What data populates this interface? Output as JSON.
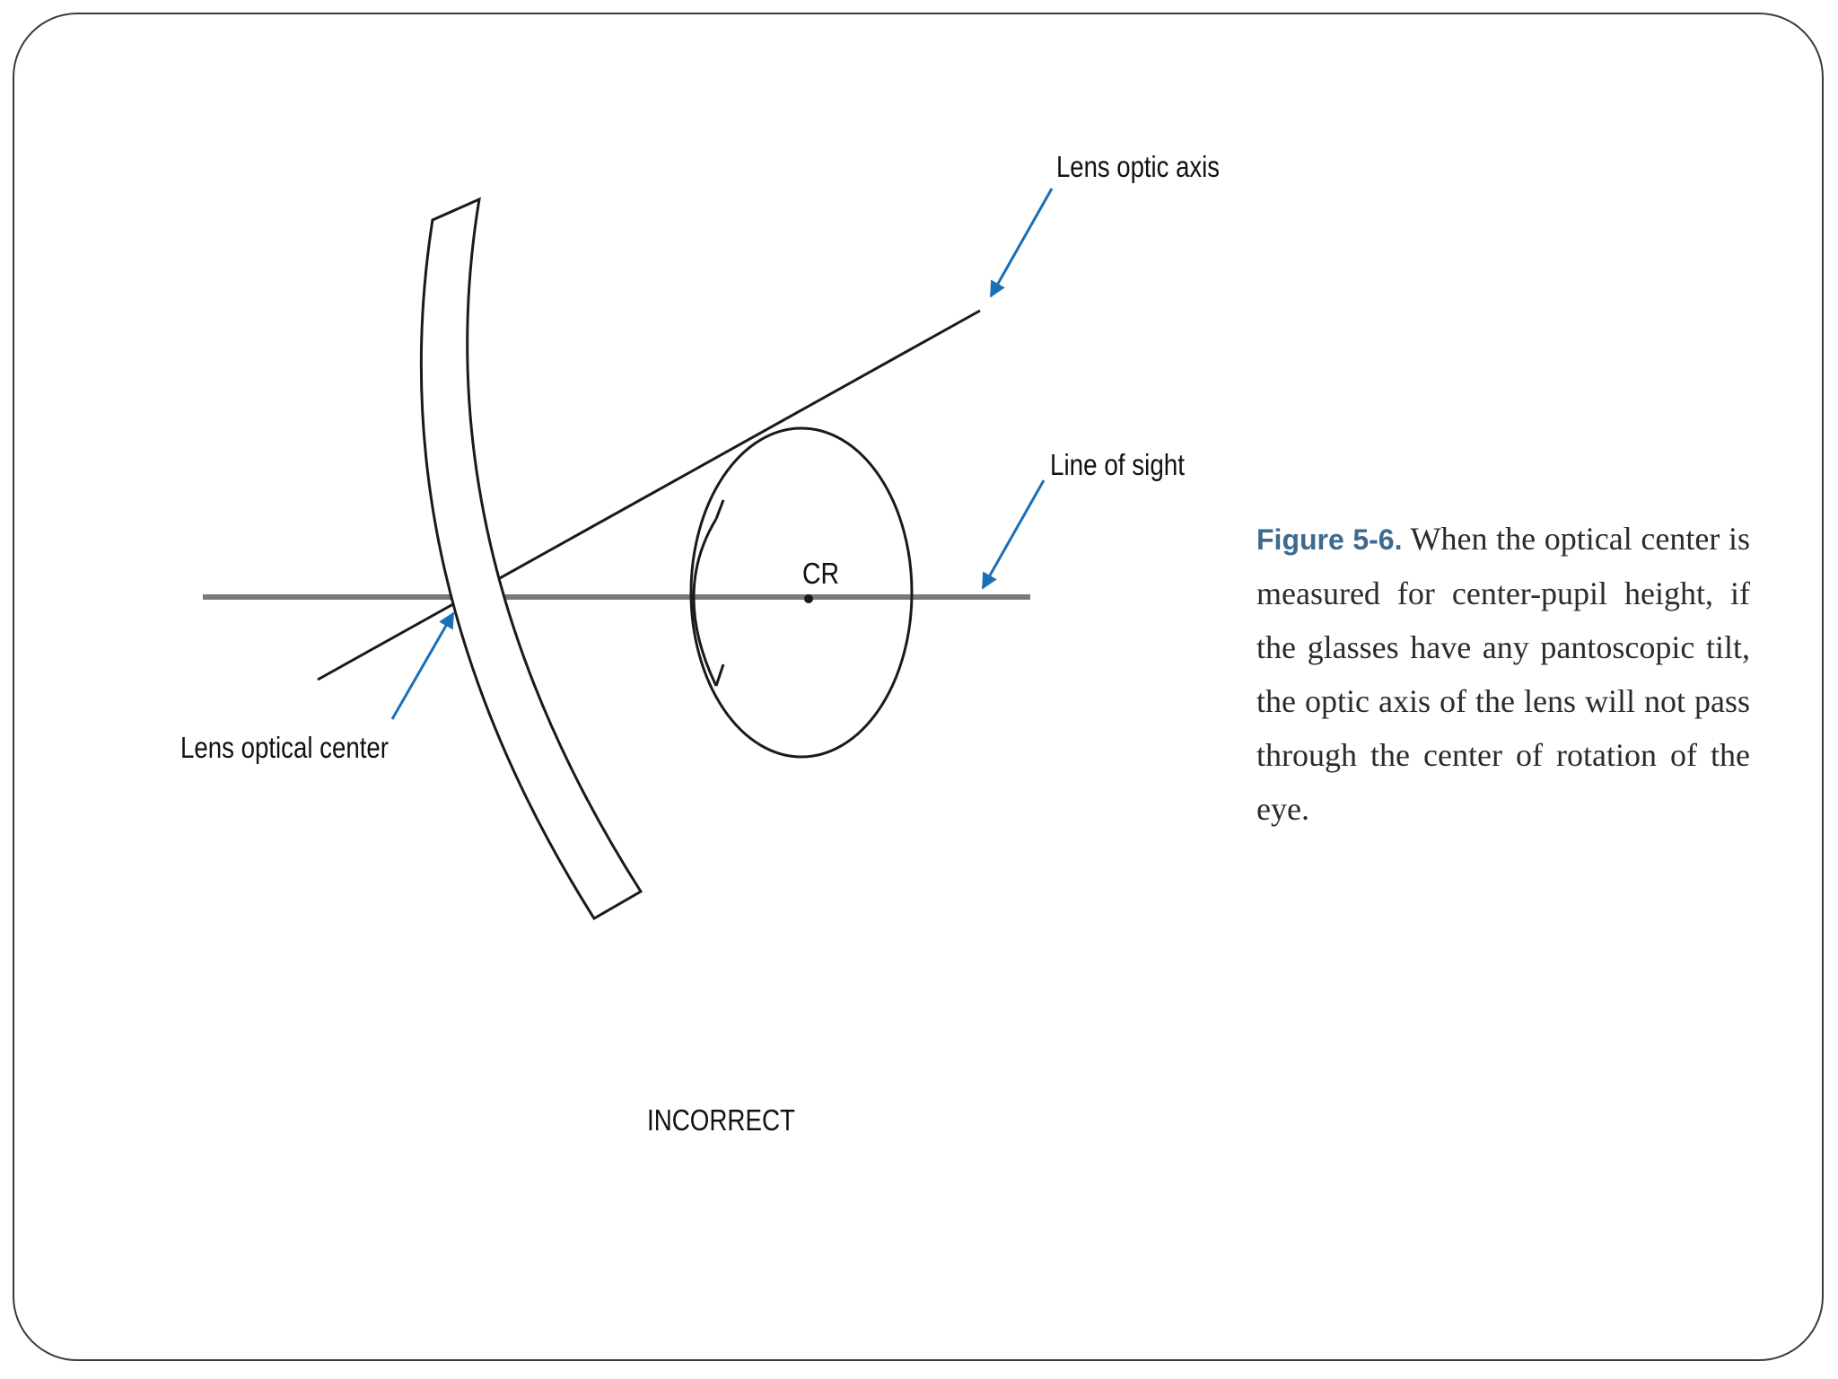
{
  "diagram": {
    "labels": {
      "lens_optic_axis": "Lens optic axis",
      "line_of_sight": "Line of sight",
      "center_of_rotation": "CR",
      "lens_optical_center": "Lens optical center",
      "verdict": "INCORRECT"
    },
    "colors": {
      "arrow": "#1b6fb8",
      "line_of_sight": "#7a7a7a",
      "stroke": "#1a1a1a"
    }
  },
  "caption": {
    "figure_label": "Figure 5-6.",
    "text": "When the optical center is measured for center-pupil height, if the glasses have any pantoscopic tilt, the optic axis of the lens will not pass through the center of rotation of the eye."
  }
}
